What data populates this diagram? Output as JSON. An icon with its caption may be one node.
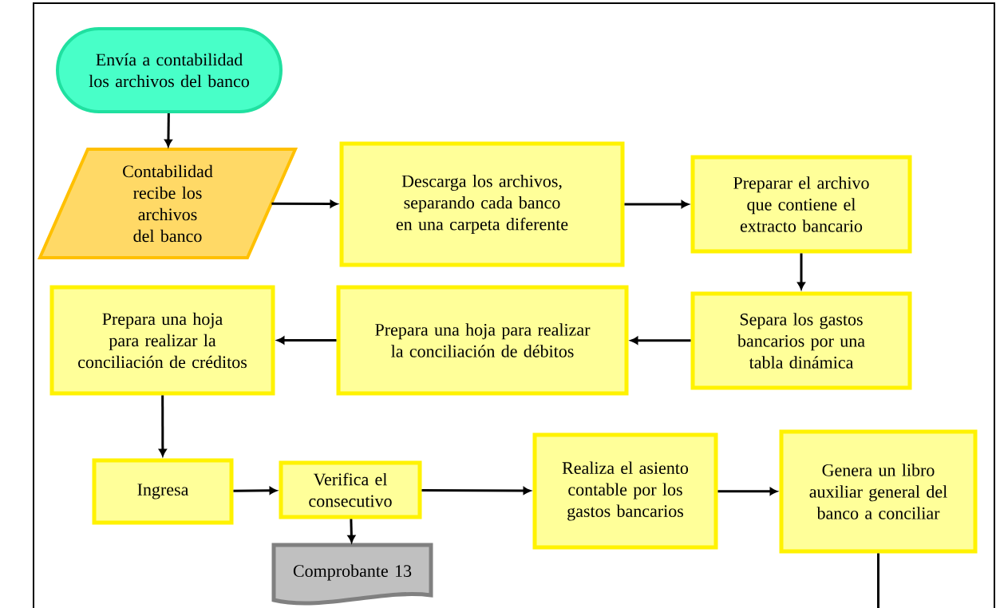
{
  "diagram": {
    "nodes": [
      {
        "text": [
          "Envía a contabilidad los archivos del banco"
        ]
      },
      {
        "text": [
          "Contabilidad recibe los archivos del banco"
        ]
      },
      {
        "text": [
          "Descarga los archivos, separando cada banco en una carpeta diferente"
        ]
      },
      {
        "text": [
          "Preparar el archivo que contiene el extracto bancario"
        ]
      },
      {
        "text": [
          "Separa los gastos bancarios por una tabla dinámica"
        ]
      },
      {
        "text": [
          "Prepara una hoja para realizar la conciliación de débitos"
        ]
      },
      {
        "text": [
          "Prepara una hoja para realizar la conciliación de créditos"
        ]
      },
      {
        "text": [
          "Ingresa"
        ]
      },
      {
        "text": [
          "Verifica el consecutivo"
        ]
      },
      {
        "text": [
          "Realiza el asiento contable por los gastos bancarios"
        ]
      },
      {
        "text": [
          "Genera un libro auxiliar general del banco a conciliar"
        ]
      },
      {
        "text": [
          "Comprobante 13"
        ]
      }
    ],
    "edges": [
      {
        "from": 0,
        "to": 1,
        "arrow": "to"
      },
      {
        "from": 1,
        "to": 2,
        "arrow": "to"
      },
      {
        "from": 2,
        "to": 3,
        "arrow": "to"
      },
      {
        "from": 3,
        "to": 4,
        "arrow": "to"
      },
      {
        "from": 4,
        "to": 5,
        "arrow": "to"
      },
      {
        "from": 5,
        "to": 6,
        "arrow": "to"
      },
      {
        "from": 6,
        "to": 7,
        "arrow": "to"
      },
      {
        "from": 7,
        "to": 8,
        "arrow": "to"
      },
      {
        "from": 8,
        "to": 11,
        "arrow": "to"
      },
      {
        "from": 8,
        "to": 9,
        "arrow": "to"
      },
      {
        "from": 9,
        "to": 10,
        "arrow": "to"
      },
      {
        "from": 10,
        "to": null,
        "arrow": "none"
      }
    ]
  }
}
